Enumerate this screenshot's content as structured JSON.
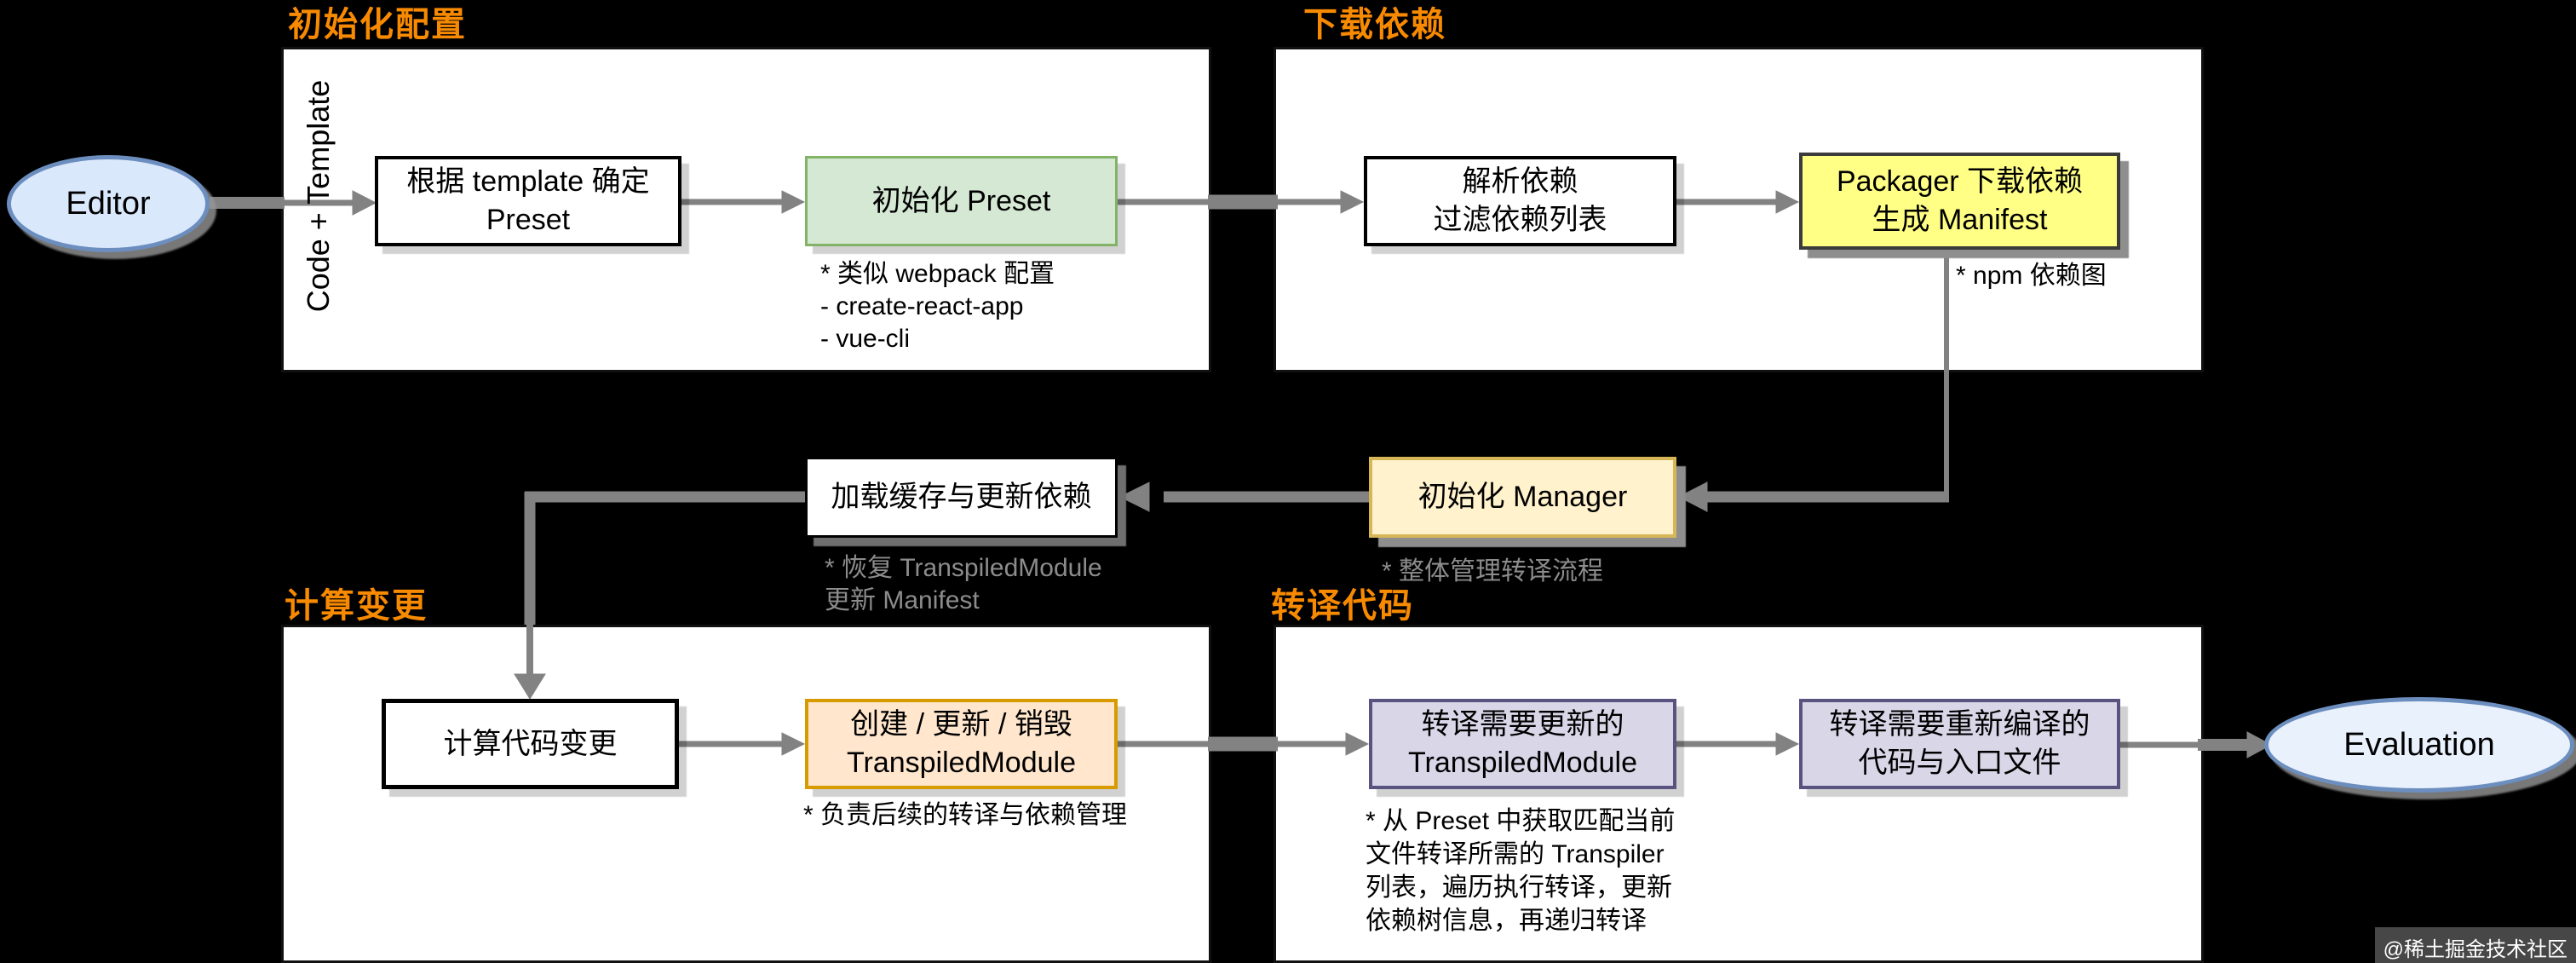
{
  "colors": {
    "background": "#000000",
    "panel_bg": "#ffffff",
    "section_label_orange": "#f78a00",
    "arrow_gray": "#828282",
    "note_muted_gray": "#8c8c8c",
    "green_fill": "#d5e8d4",
    "green_border": "#82b366",
    "yellow_fill": "#ffff85",
    "yellow_border": "#3b3b3b",
    "cream_fill": "#fff2cc",
    "cream_border": "#d6b656",
    "orange_fill": "#ffe6cc",
    "orange_border": "#d79b00",
    "purple_fill": "#d9d6e8",
    "purple_border": "#595380",
    "blue_fill": "#dae8fc",
    "blue_border": "#6c8ebf"
  },
  "sections": {
    "init": {
      "label": "初始化配置"
    },
    "download": {
      "label": "下载依赖"
    },
    "diff": {
      "label": "计算变更"
    },
    "transpile": {
      "label": "转译代码"
    }
  },
  "terminals": {
    "editor": "Editor",
    "evaluation": "Evaluation"
  },
  "edge_labels": {
    "code_template": "Code + Template"
  },
  "boxes": {
    "determine_preset": "根据 template 确定\nPreset",
    "init_preset": "初始化 Preset",
    "resolve_deps": "解析依赖\n过滤依赖列表",
    "packager": "Packager 下载依赖\n生成 Manifest",
    "load_cache": "加载缓存与更新依赖",
    "init_manager": "初始化 Manager",
    "calc_diff": "计算代码变更",
    "crud_transpiled_module": "创建 / 更新 / 销毁\nTranspiledModule",
    "transpile_updated": "转译需要更新的\nTranspiledModule",
    "transpile_entry": "转译需要重新编译的\n代码与入口文件"
  },
  "notes": {
    "preset_note": "* 类似 webpack 配置\n- create-react-app\n- vue-cli",
    "npm_note": "* npm 依赖图",
    "cache_note": "* 恢复 TranspiledModule\n更新 Manifest",
    "manager_note": "* 整体管理转译流程",
    "crud_note": "* 负责后续的转译与依赖管理",
    "transpiler_note": "* 从 Preset 中获取匹配当前\n文件转译所需的 Transpiler\n列表，遍历执行转译，更新\n依赖树信息，再递归转译"
  },
  "watermark": "@稀土掘金技术社区"
}
